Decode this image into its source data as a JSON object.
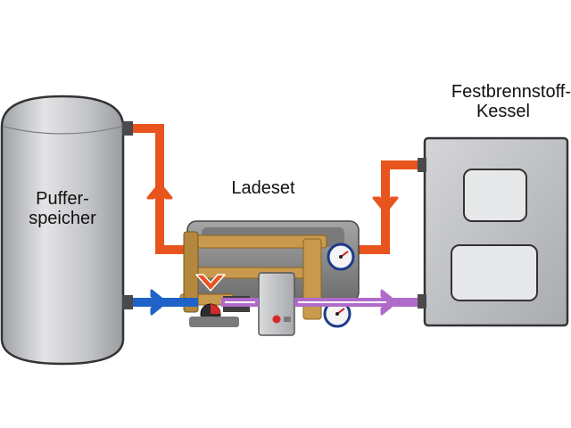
{
  "labels": {
    "tank": [
      "Puffer-",
      "speicher"
    ],
    "ladeset": "Ladeset",
    "boiler": [
      "Festbrennstoff-",
      "Kessel"
    ]
  },
  "colors": {
    "hot_flow": "#e8541e",
    "cold_flow": "#1f63c8",
    "mixed_flow": "#b06bc9",
    "tank_body": "#c7c9cc",
    "boiler_body": "#c9cacd",
    "boiler_doors": "#e7e8ea",
    "insulation": "#8f8f8f",
    "brass": "#c99a4e"
  },
  "icons": {
    "arrows": "chevron-arrow",
    "gauges": "pressure-gauge-icon",
    "pump": "pump-icon"
  }
}
